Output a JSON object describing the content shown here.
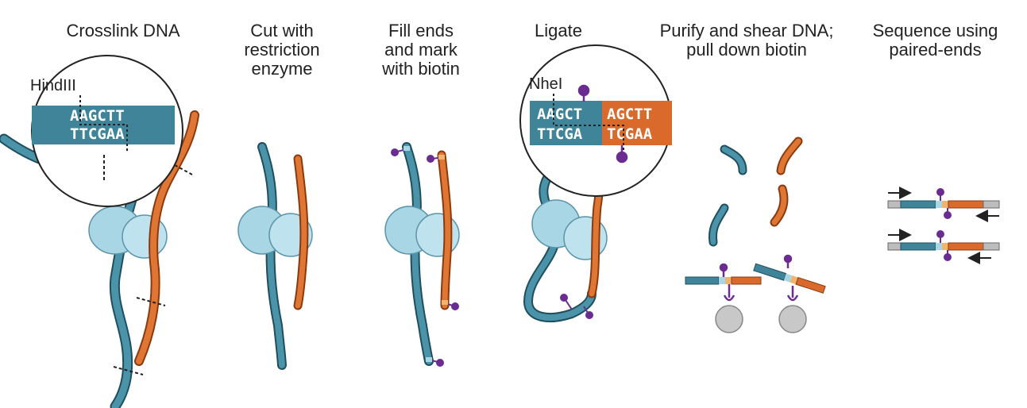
{
  "steps": [
    {
      "title": "Crosslink DNA"
    },
    {
      "title": "Cut with restriction enzyme"
    },
    {
      "title": "Fill ends and mark with biotin"
    },
    {
      "title": "Ligate"
    },
    {
      "title": "Purify and shear DNA; pull down biotin"
    },
    {
      "title": "Sequence using paired-ends"
    }
  ],
  "step_titles_lines": [
    [
      "Crosslink DNA"
    ],
    [
      "Cut with",
      "restriction",
      "enzyme"
    ],
    [
      "Fill ends",
      "and mark",
      "with biotin"
    ],
    [
      "Ligate"
    ],
    [
      "Purify and shear DNA;",
      "pull down biotin"
    ],
    [
      "Sequence using",
      "paired-ends"
    ]
  ],
  "insets": {
    "hindiii": {
      "enzyme": "HindIII",
      "top_strand": "AAGCTT",
      "bottom_strand": "TTCGAA"
    },
    "nhei": {
      "enzyme": "NheI",
      "top_left": "AAGCT",
      "top_right": "AGCTT",
      "bottom_left": "TTCGA",
      "bottom_right": "TCGAA"
    }
  },
  "colors": {
    "strand_blue": "#3f8499",
    "strand_orange": "#d96a2b",
    "protein": "#a9d6e5",
    "biotin": "#6a2c91",
    "bead": "#c8c8c8",
    "adapter": "#bdbdbd",
    "text": "#222222"
  }
}
